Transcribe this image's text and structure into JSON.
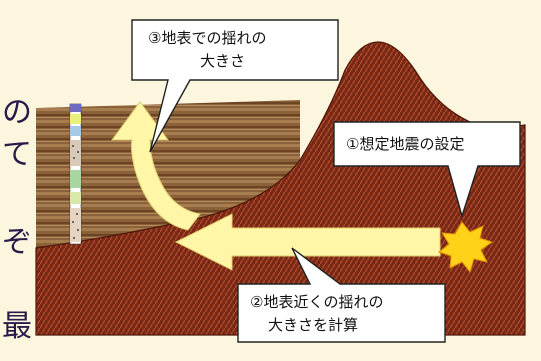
{
  "diagram": {
    "callout_ground_motion_label": [
      "③地表での揺れの",
      "大きさ"
    ],
    "callout_earthquake_label": [
      "①想定地震の設定"
    ],
    "callout_surface_calc_label": [
      "②地表近くの揺れの",
      "大きさを計算"
    ]
  },
  "side_text": [
    "の",
    "て",
    "ぞ",
    "最"
  ],
  "colors": {
    "background": "#fbf6dd",
    "bedrock": "#7a2a16",
    "sediment": "#8a6138",
    "arrow": "#fff6a8",
    "burst": "#ffd21a"
  }
}
